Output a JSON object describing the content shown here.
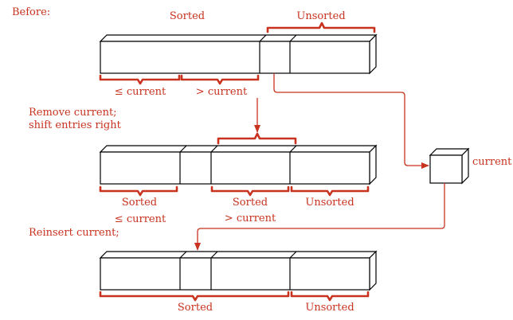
{
  "labels": {
    "before": "Before:",
    "sorted_top": "Sorted",
    "unsorted_top": "Unsorted",
    "le_current_top": "≤ current",
    "gt_current_top": "> current",
    "remove_line1": "Remove current;",
    "remove_line2": "shift entries right",
    "current": "current",
    "sorted_mid_left": "Sorted",
    "sorted_mid_right": "Sorted",
    "unsorted_mid": "Unsorted",
    "le_current_mid": "≤ current",
    "gt_current_mid": "> current",
    "reinsert": "Reinsert current;",
    "sorted_bottom": "Sorted",
    "unsorted_bottom": "Unsorted"
  },
  "colors": {
    "annotation": "#c8321e",
    "outline": "#000000",
    "background": "#ffffff"
  }
}
